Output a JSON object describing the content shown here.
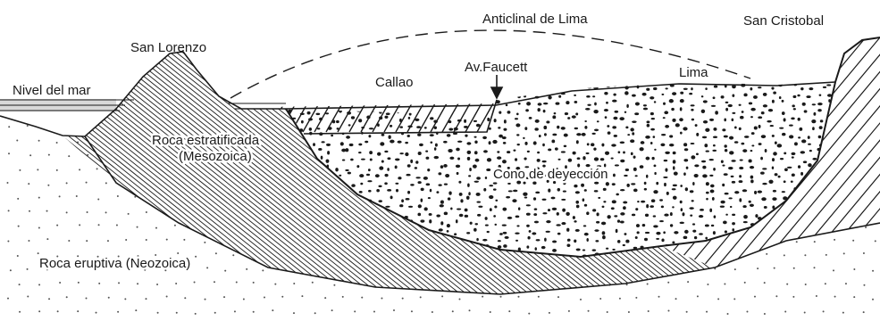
{
  "labels": {
    "anticline": "Anticlinal de Lima",
    "san_cristobal": "San Cristobal",
    "san_lorenzo": "San Lorenzo",
    "av_faucett": "Av.Faucett",
    "callao": "Callao",
    "lima": "Lima",
    "sea_level": "Nivel del mar",
    "stratified_rock_1": "Roca estratificada",
    "stratified_rock_2": "(Mesozoica)",
    "alluvial_fan": "Cono de deyección",
    "eruptive_rock": "Roca eruptiva (Neozoica)"
  },
  "colors": {
    "ink": "#1a1a1a",
    "background": "#ffffff",
    "sea": "#d8d8d8"
  }
}
